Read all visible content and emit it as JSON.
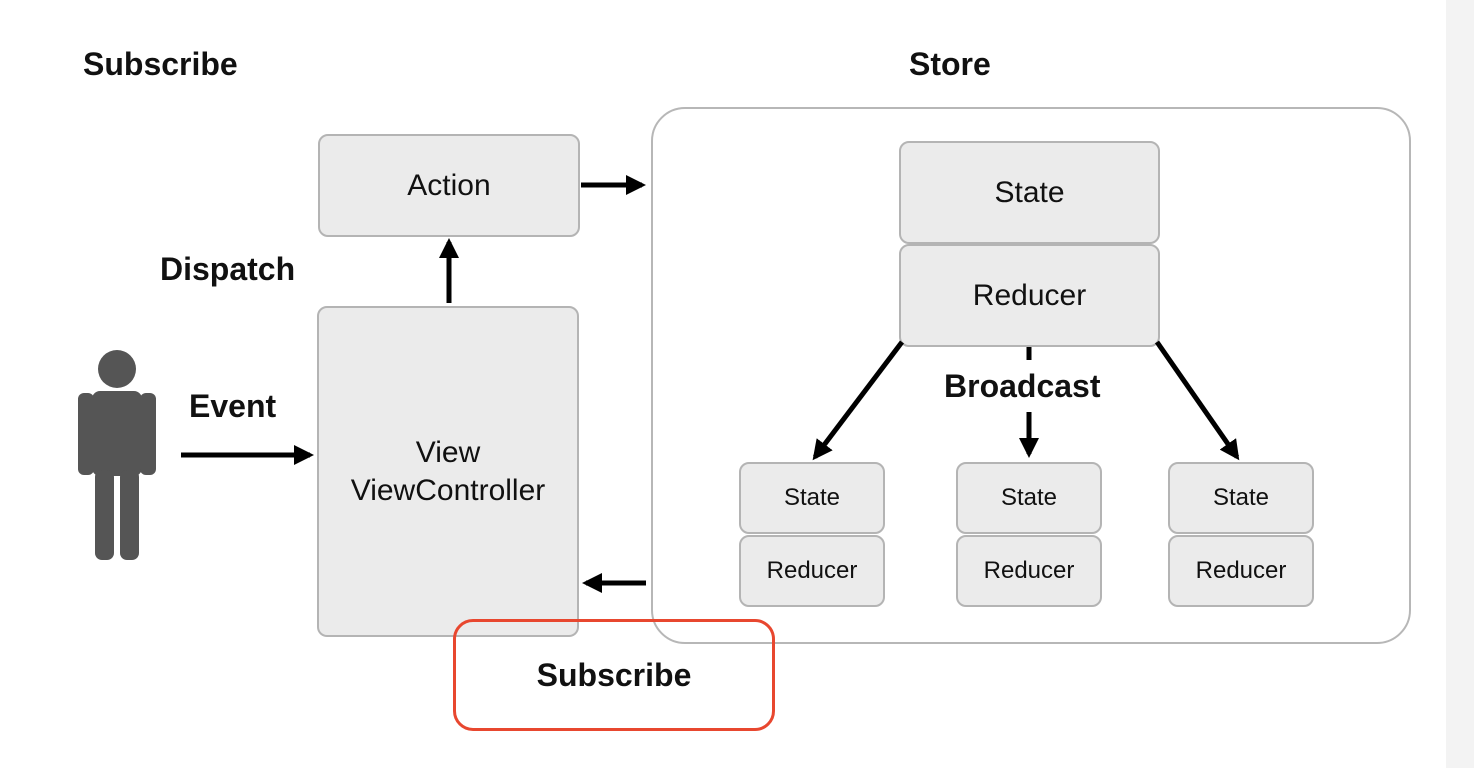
{
  "colors": {
    "box_fill": "#ebebeb",
    "box_border": "#b4b4b4",
    "highlight_border": "#e8472f",
    "person": "#555555",
    "arrow": "#000000"
  },
  "headings": {
    "left": "Subscribe",
    "store": "Store"
  },
  "labels": {
    "dispatch": "Dispatch",
    "event": "Event",
    "broadcast": "Broadcast",
    "subscribe_highlighted": "Subscribe"
  },
  "nodes": {
    "action": "Action",
    "view_line1": "View",
    "view_line2": "ViewController",
    "main_state": "State",
    "main_reducer": "Reducer",
    "sub": [
      {
        "state": "State",
        "reducer": "Reducer"
      },
      {
        "state": "State",
        "reducer": "Reducer"
      },
      {
        "state": "State",
        "reducer": "Reducer"
      }
    ]
  },
  "icons": {
    "actor": "person-icon"
  }
}
